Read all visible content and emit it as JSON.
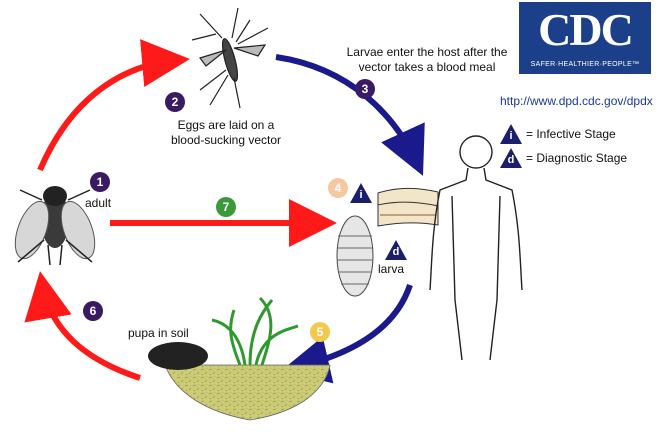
{
  "logo": {
    "text": "CDC",
    "tagline": "SAFER·HEALTHIER·PEOPLE™"
  },
  "url": "http://www.dpd.cdc.gov/dpdx",
  "legend": [
    {
      "symbol": "i",
      "label": "= Infective Stage"
    },
    {
      "symbol": "d",
      "label": "= Diagnostic Stage"
    }
  ],
  "captions": {
    "vector": "Larvae enter the host after the vector takes a blood meal",
    "eggs": "Eggs are laid on a blood-sucking vector",
    "adult": "adult",
    "larva": "larva",
    "pupa": "pupa in soil"
  },
  "steps": [
    {
      "n": "1",
      "color": "#3a1a63"
    },
    {
      "n": "2",
      "color": "#3a1a63"
    },
    {
      "n": "3",
      "color": "#3a1a63"
    },
    {
      "n": "4",
      "color": "#f5c9a0"
    },
    {
      "n": "5",
      "color": "#f2c94c"
    },
    {
      "n": "6",
      "color": "#3a1a63"
    },
    {
      "n": "7",
      "color": "#3a9a3a"
    }
  ],
  "markers": {
    "infective": "i",
    "diagnostic": "d"
  },
  "colors": {
    "red_arrow": "#ff1a1a",
    "blue_arrow": "#1a1a8c",
    "soil": "#c8c870"
  }
}
